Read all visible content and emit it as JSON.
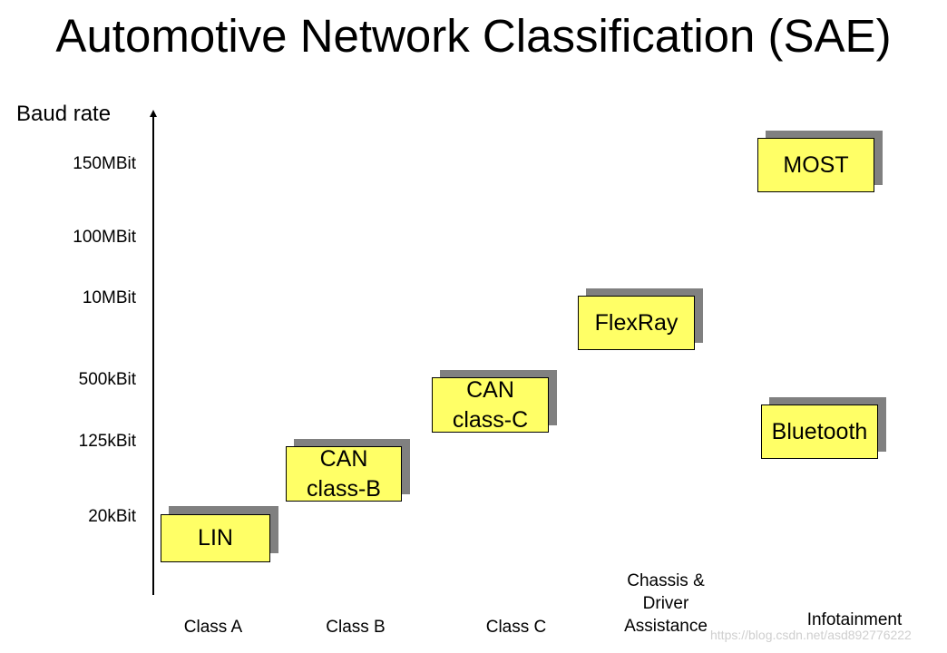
{
  "title": "Automotive Network Classification (SAE)",
  "y_axis_label": "Baud rate",
  "y_ticks": [
    "150MBit",
    "100MBit",
    "10MBit",
    "500kBit",
    "125kBit",
    "20kBit"
  ],
  "categories": [
    "Class A",
    "Class B",
    "Class C",
    "Chassis &\nDriver\nAssistance",
    "Infotainment"
  ],
  "networks": [
    {
      "label": "LIN"
    },
    {
      "label": "CAN\nclass-B"
    },
    {
      "label": "CAN\nclass-C"
    },
    {
      "label": "FlexRay"
    },
    {
      "label": "MOST"
    },
    {
      "label": "Bluetooth"
    }
  ],
  "colors": {
    "box_fill": "#ffff66",
    "box_shadow": "#808080"
  },
  "watermark": "https://blog.csdn.net/asd892776222"
}
